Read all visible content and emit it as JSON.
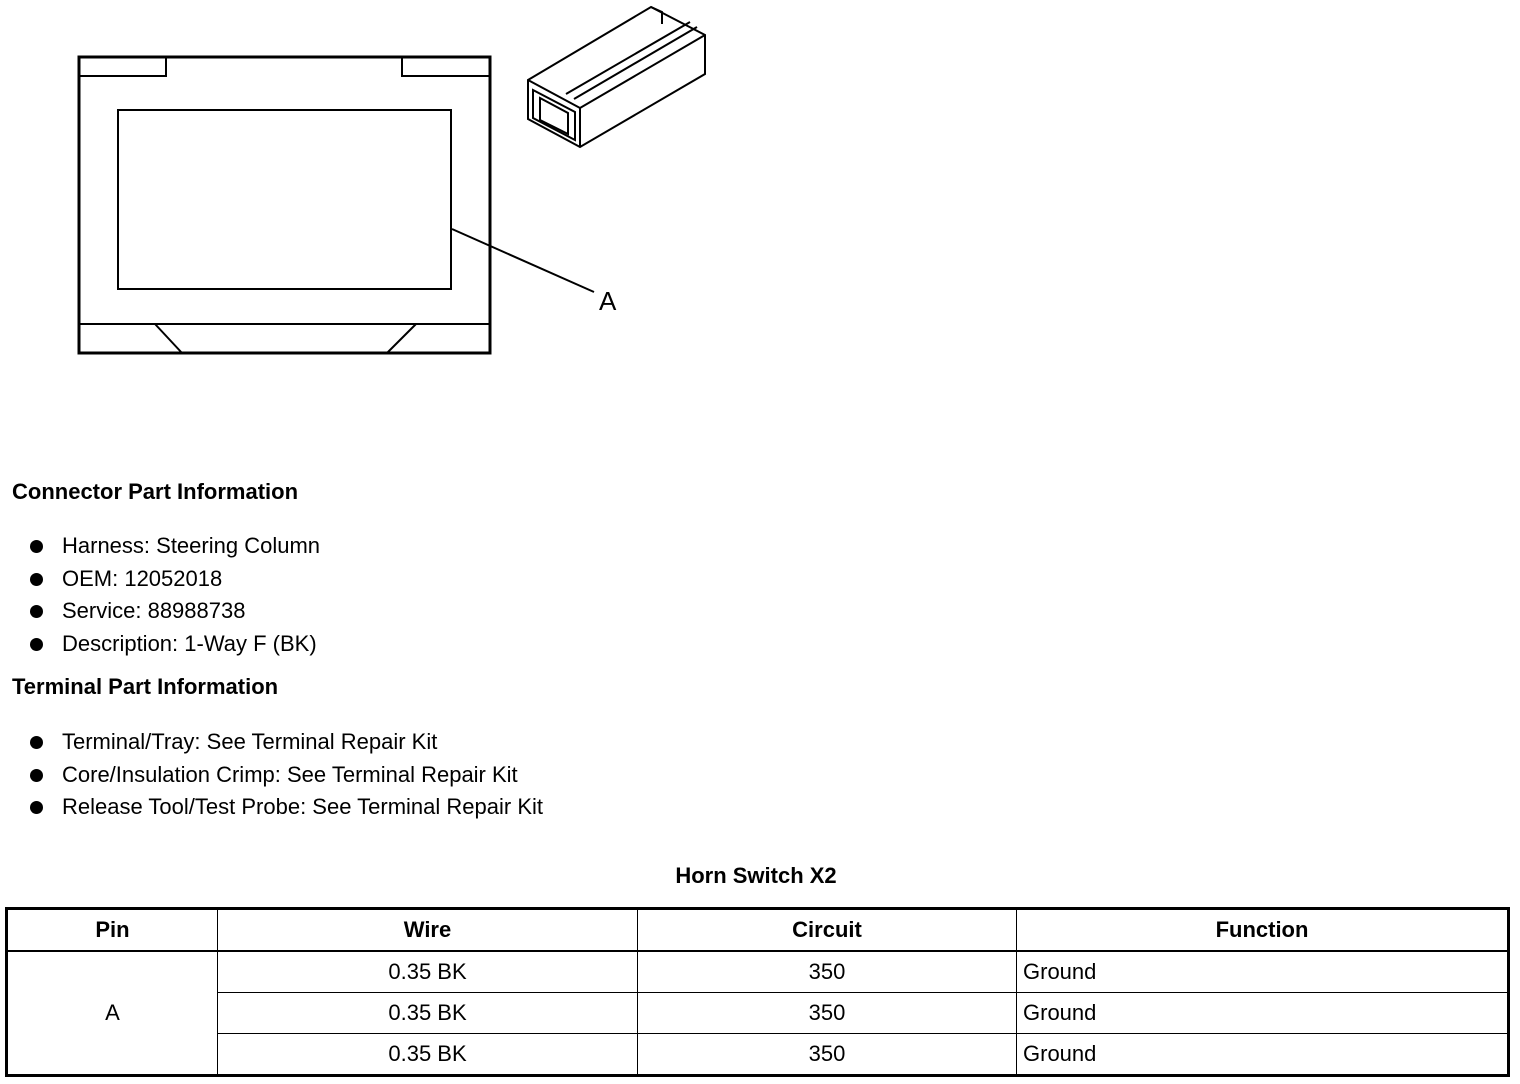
{
  "figure": {
    "callout_label": "A"
  },
  "connector_info": {
    "heading": "Connector Part Information",
    "items": [
      "Harness: Steering Column",
      "OEM: 12052018",
      "Service: 88988738",
      "Description: 1-Way F (BK)"
    ]
  },
  "terminal_info": {
    "heading": "Terminal Part Information",
    "items": [
      "Terminal/Tray: See Terminal Repair Kit",
      "Core/Insulation Crimp: See Terminal Repair Kit",
      "Release Tool/Test Probe: See Terminal Repair Kit"
    ]
  },
  "table": {
    "title": "Horn Switch X2",
    "headers": [
      "Pin",
      "Wire",
      "Circuit",
      "Function"
    ],
    "pin": "A",
    "rows": [
      {
        "wire": "0.35 BK",
        "circuit": "350",
        "function": "Ground"
      },
      {
        "wire": "0.35 BK",
        "circuit": "350",
        "function": "Ground"
      },
      {
        "wire": "0.35 BK",
        "circuit": "350",
        "function": "Ground"
      }
    ]
  }
}
